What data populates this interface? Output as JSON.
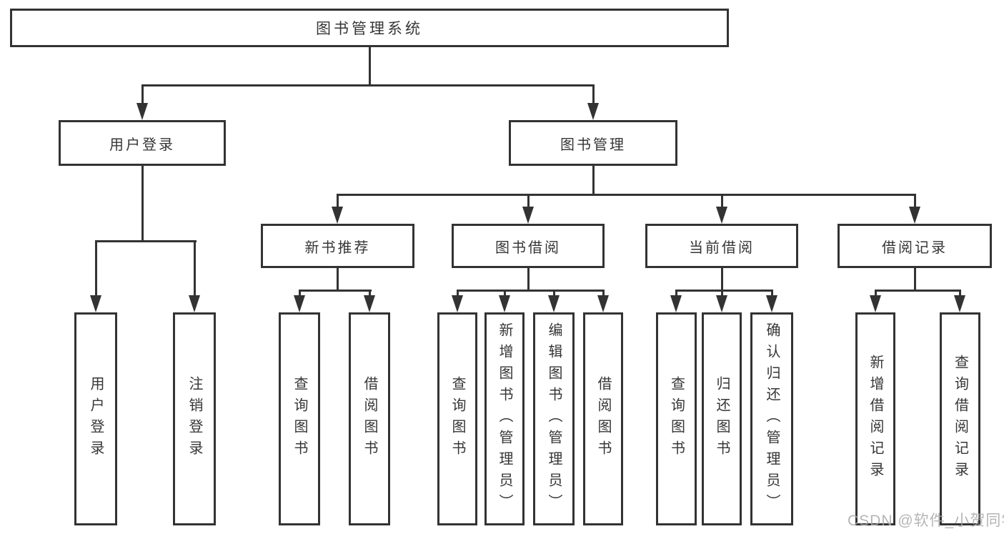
{
  "tree": {
    "root": "图书管理系统",
    "branches": [
      {
        "label": "用户登录",
        "children": [
          "用户登录",
          "注销登录"
        ]
      },
      {
        "label": "图书管理",
        "groups": [
          {
            "label": "新书推荐",
            "children": [
              "查询图书",
              "借阅图书"
            ]
          },
          {
            "label": "图书借阅",
            "children": [
              "查询图书",
              "新增图书（管理员）",
              "编辑图书（管理员）",
              "借阅图书"
            ]
          },
          {
            "label": "当前借阅",
            "children": [
              "查询图书",
              "归还图书",
              "确认归还（管理员）"
            ]
          },
          {
            "label": "借阅记录",
            "children": [
              "新增借阅记录",
              "查询借阅记录"
            ]
          }
        ]
      }
    ]
  },
  "watermark": "CSDN @软件_小贺同学",
  "colors": {
    "line": "#333333",
    "background": "#ffffff",
    "watermark": "#a8a8a8"
  }
}
